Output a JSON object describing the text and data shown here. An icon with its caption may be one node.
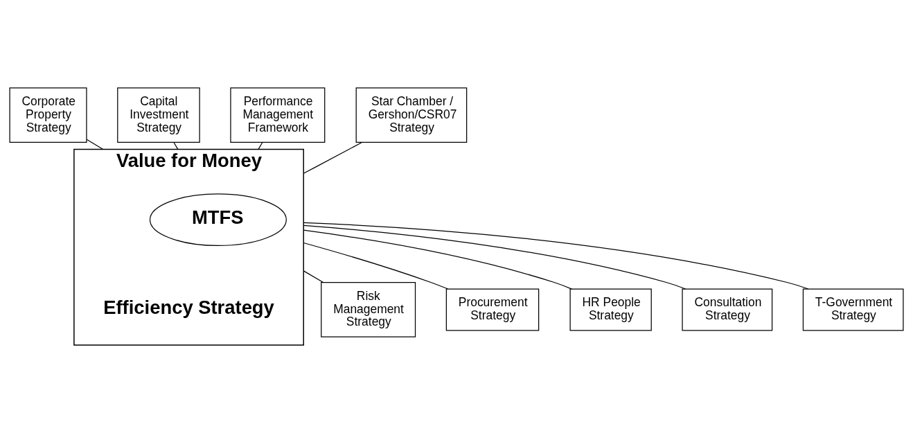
{
  "diagram": {
    "nodes": [
      {
        "text": [
          "Corporate Property Strategy"
        ]
      },
      {
        "text": [
          "Capital Investment Strategy"
        ]
      },
      {
        "text": [
          "Performance Management Framework"
        ]
      },
      {
        "text": [
          "Star Chamber / Gershon/CSR07 Strategy"
        ]
      },
      {
        "text": [
          "Value for Money",
          "Efficiency Strategy"
        ]
      },
      {
        "text": [
          "MTFS"
        ],
        "in": 4
      },
      {
        "text": [
          "Risk Management Strategy"
        ]
      },
      {
        "text": [
          "Procurement Strategy"
        ]
      },
      {
        "text": [
          "HR People Strategy"
        ]
      },
      {
        "text": [
          "Consultation Strategy"
        ]
      },
      {
        "text": [
          "T-Government Strategy"
        ]
      }
    ],
    "edges": [
      {
        "from": 4,
        "to": 0,
        "arrow": "none"
      },
      {
        "from": 4,
        "to": 1,
        "arrow": "none"
      },
      {
        "from": 4,
        "to": 2,
        "arrow": "none"
      },
      {
        "from": 4,
        "to": 3,
        "arrow": "none"
      },
      {
        "from": 4,
        "to": 6,
        "arrow": "none"
      },
      {
        "from": 4,
        "to": 7,
        "arrow": "none"
      },
      {
        "from": 4,
        "to": 8,
        "arrow": "none"
      },
      {
        "from": 4,
        "to": 9,
        "arrow": "none"
      },
      {
        "from": 4,
        "to": 10,
        "arrow": "none"
      }
    ]
  }
}
